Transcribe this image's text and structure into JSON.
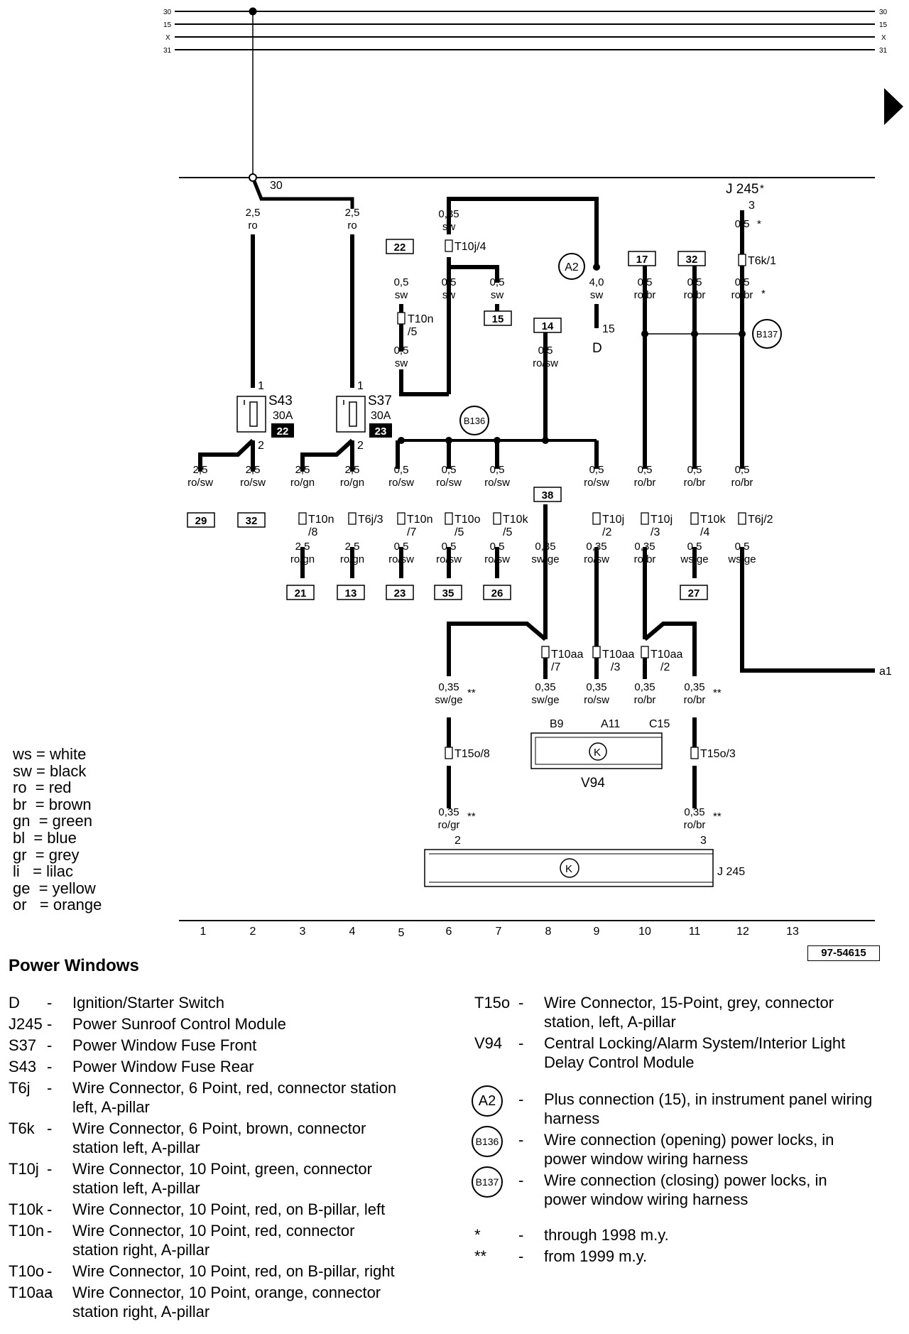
{
  "bus_labels": [
    "30",
    "15",
    "X",
    "31"
  ],
  "terminal_30": "30",
  "columns": [
    "1",
    "2",
    "3",
    "4",
    "5",
    "6",
    "7",
    "8",
    "9",
    "10",
    "11",
    "12",
    "13"
  ],
  "ref_number": "97-54615",
  "title": "Power Windows",
  "outgoing": "a1",
  "legend_colors": [
    "ws = white",
    "sw = black",
    "ro  = red",
    "br  = brown",
    "gn  = green",
    "bl  = blue",
    "gr  = grey",
    "li   = lilac",
    "ge  = yellow",
    "or   = orange"
  ],
  "components": {
    "S43": {
      "name": "S43",
      "rating": "30A",
      "slot": "22"
    },
    "S37": {
      "name": "S37",
      "rating": "30A",
      "slot": "23"
    },
    "V94": "V94",
    "J245": "J 245",
    "J245_top": "J 245",
    "D": "D",
    "A2": "A2",
    "B136": "B136",
    "B137": "B137"
  },
  "wire_labels": {
    "w_2_5_ro_a": [
      "2,5",
      "ro"
    ],
    "w_2_5_ro_b": [
      "2,5",
      "ro"
    ],
    "w_035_sw": [
      "0,35",
      "sw"
    ],
    "w_05_sw_a": [
      "0,5",
      "sw"
    ],
    "w_05_sw_b": [
      "0,5",
      "sw"
    ],
    "w_05_sw_c": [
      "0,5",
      "sw"
    ],
    "w_05_sw_d": [
      "0,5",
      "sw"
    ],
    "w_40_sw": [
      "4,0",
      "sw"
    ],
    "w_05_rosw_14": [
      "0,5",
      "ro/sw"
    ],
    "w_05_robr_17": [
      "0,5",
      "ro/br"
    ],
    "w_05_robr_32": [
      "0,5",
      "ro/br"
    ],
    "w_05_star": "0,5",
    "w_05_robr_star": [
      "0,5",
      "ro/br"
    ],
    "row1": [
      [
        "2,5",
        "ro/sw"
      ],
      [
        "2,5",
        "ro/sw"
      ],
      [
        "2,5",
        "ro/gn"
      ],
      [
        "2,5",
        "ro/gn"
      ],
      [
        "0,5",
        "ro/sw"
      ],
      [
        "0,5",
        "ro/sw"
      ],
      [
        "0,5",
        "ro/sw"
      ],
      [
        "0,5",
        "ro/sw"
      ],
      [
        "0,5",
        "ro/br"
      ],
      [
        "0,5",
        "ro/br"
      ],
      [
        "0,5",
        "ro/br"
      ]
    ],
    "row2": [
      [
        "2,5",
        "ro/gn"
      ],
      [
        "2,5",
        "ro/gn"
      ],
      [
        "0,5",
        "ro/sw"
      ],
      [
        "0,5",
        "ro/sw"
      ],
      [
        "0,5",
        "ro/sw"
      ],
      [
        "0,35",
        "sw/ge"
      ],
      [
        "0,35",
        "ro/sw"
      ],
      [
        "0,35",
        "ro/br"
      ],
      [
        "0,5",
        "ws/ge"
      ],
      [
        "0,5",
        "ws/ge"
      ]
    ],
    "row3": [
      [
        "0,35",
        "sw/ge"
      ],
      [
        "0,35",
        "sw/ge"
      ],
      [
        "0,35",
        "ro/sw"
      ],
      [
        "0,35",
        "ro/br"
      ],
      [
        "0,35",
        "ro/br"
      ]
    ],
    "row4": [
      [
        "0,35",
        "ro/gr"
      ],
      [
        "0,35",
        "ro/br"
      ]
    ]
  },
  "connector_labels": {
    "T10j4": "T10j/4",
    "T10n5": "T10n",
    "T10n5s": "/5",
    "T6k1": "T6k/1",
    "T10n8": "T10n",
    "T10n8s": "/8",
    "T6j3": "T6j/3",
    "T10n7": "T10n",
    "T10n7s": "/7",
    "T10o5": "T10o",
    "T10o5s": "/5",
    "T10k5": "T10k",
    "T10k5s": "/5",
    "T10j2": "T10j",
    "T10j2s": "/2",
    "T10j3": "T10j",
    "T10j3s": "/3",
    "T10k4": "T10k",
    "T10k4s": "/4",
    "T6j2": "T6j/2",
    "T10aa7": "T10aa",
    "T10aa7s": "/7",
    "T10aa3": "T10aa",
    "T10aa3s": "/3",
    "T10aa2": "T10aa",
    "T10aa2s": "/2",
    "T15o8": "T15o/8",
    "T15o3": "T15o/3",
    "B9": "B9",
    "A11": "A11",
    "C15": "C15"
  },
  "boxes_top": [
    "22",
    "15",
    "17",
    "32",
    "14",
    "38"
  ],
  "boxes_bottom": [
    "29",
    "32",
    "21",
    "13",
    "23",
    "35",
    "26",
    "27"
  ],
  "pins": {
    "p1a": "1",
    "p2a": "2",
    "p1b": "1",
    "p2b": "2",
    "p15": "15",
    "p3": "3",
    "p2": "2",
    "p3b": "3"
  },
  "asterisks": {
    "s1": "*",
    "s2": "*",
    "s3": "*",
    "d1": "**",
    "d2": "**",
    "d3": "**",
    "d4": "**"
  },
  "legend_left": [
    {
      "code": "D",
      "text": "Ignition/Starter Switch"
    },
    {
      "code": "J245",
      "text": "Power Sunroof Control Module"
    },
    {
      "code": "S37",
      "text": "Power Window Fuse Front"
    },
    {
      "code": "S43",
      "text": "Power Window Fuse Rear"
    },
    {
      "code": "T6j",
      "text": "Wire Connector, 6 Point, red, connector station\nleft, A-pillar"
    },
    {
      "code": "T6k",
      "text": "Wire Connector, 6 Point, brown, connector\nstation left, A-pillar"
    },
    {
      "code": "T10j",
      "text": "Wire Connector, 10 Point, green, connector\nstation left, A-pillar"
    },
    {
      "code": "T10k",
      "text": "Wire Connector, 10 Point, red, on B-pillar, left"
    },
    {
      "code": "T10n",
      "text": "Wire Connector, 10 Point, red, connector\nstation right, A-pillar"
    },
    {
      "code": "T10o",
      "text": "Wire Connector, 10 Point, red, on B-pillar, right"
    },
    {
      "code": "T10aa",
      "text": "Wire Connector, 10 Point, orange, connector\nstation right, A-pillar"
    }
  ],
  "legend_right": [
    {
      "code": "T15o",
      "text": "Wire Connector, 15-Point, grey, connector\nstation, left, A-pillar"
    },
    {
      "code": "V94",
      "text": "Central Locking/Alarm System/Interior Light\nDelay Control Module"
    }
  ],
  "legend_circles": [
    {
      "code": "A2",
      "text": "Plus connection (15), in instrument panel wiring\nharness"
    },
    {
      "code": "B136",
      "text": "Wire connection (opening) power locks, in\npower window wiring harness"
    },
    {
      "code": "B137",
      "text": "Wire connection (closing) power locks, in\npower window wiring harness"
    }
  ],
  "legend_notes": [
    {
      "code": "*",
      "text": "through 1998 m.y."
    },
    {
      "code": "**",
      "text": "from 1999 m.y."
    }
  ]
}
